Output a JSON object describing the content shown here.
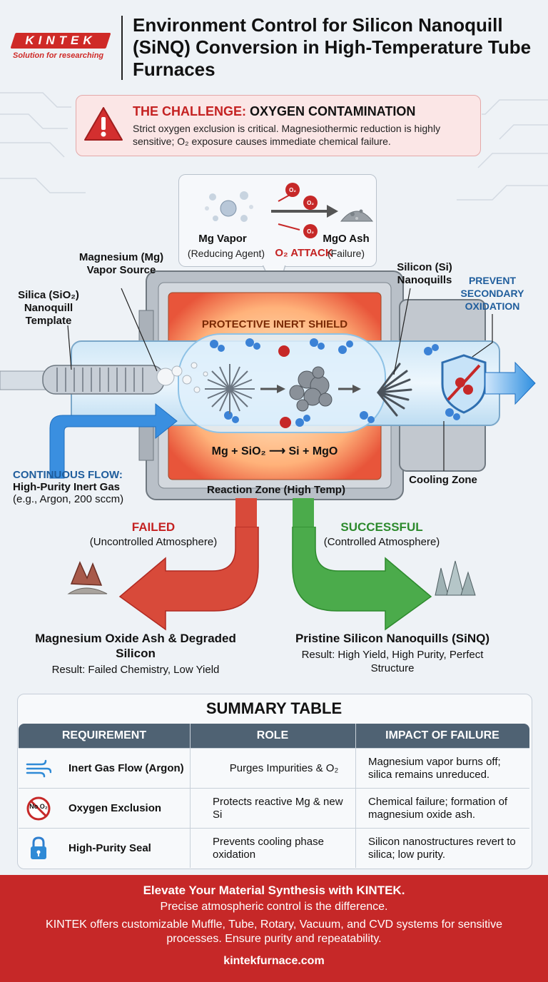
{
  "brand": {
    "logo": "KINTEK",
    "tagline": "Solution for researching"
  },
  "title": "Environment Control for Silicon Nanoquill (SiNQ) Conversion in High-Temperature Tube Furnaces",
  "challenge": {
    "title_red": "THE CHALLENGE:",
    "title_black": "OXYGEN CONTAMINATION",
    "text": "Strict oxygen exclusion is critical. Magnesiothermic reduction is highly sensitive; O₂ exposure causes immediate chemical failure."
  },
  "callout": {
    "o2": "O₂",
    "mg_label": "Mg Vapor",
    "mg_sub": "(Reducing Agent)",
    "attack": "O₂ ATTACK",
    "ash_label": "MgO Ash",
    "ash_sub": "(Failure)"
  },
  "furnace": {
    "silica": "Silica (SiO₂) Nanoquill Template",
    "mg_source": "Magnesium (Mg) Vapor Source",
    "si_nanoquills": "Silicon (Si) Nanoquills",
    "prevent": "PREVENT SECONDARY OXIDATION",
    "shield": "PROTECTIVE INERT SHIELD",
    "equation": "Mg + SiO₂ ⟶ Si + MgO",
    "flow_title": "CONTINUOUS FLOW:",
    "flow_gas": "High-Purity Inert Gas",
    "flow_example": "(e.g., Argon, 200 sccm)",
    "reaction_zone": "Reaction Zone (High Temp)",
    "cooling_zone": "Cooling Zone"
  },
  "outcomes": {
    "failed": {
      "title": "FAILED",
      "sub": "(Uncontrolled Atmosphere)",
      "result_title": "Magnesium Oxide Ash & Degraded Silicon",
      "result": "Result: Failed Chemistry, Low Yield"
    },
    "success": {
      "title": "SUCCESSFUL",
      "sub": "(Controlled Atmosphere)",
      "result_title": "Pristine Silicon Nanoquills (SiNQ)",
      "result": "Result: High Yield, High Purity, Perfect Structure"
    }
  },
  "table": {
    "title": "SUMMARY TABLE",
    "headers": [
      "REQUIREMENT",
      "ROLE",
      "IMPACT OF FAILURE"
    ],
    "rows": [
      {
        "icon": "wind-icon",
        "requirement": "Inert Gas Flow (Argon)",
        "role": "Purges Impurities & O₂",
        "impact": "Magnesium vapor burns off; silica remains unreduced."
      },
      {
        "icon": "no-oxygen-icon",
        "icon_text": "No O₂",
        "requirement": "Oxygen Exclusion",
        "role": "Protects reactive Mg & new Si",
        "impact": "Chemical failure; formation of magnesium oxide ash."
      },
      {
        "icon": "padlock-icon",
        "requirement": "High-Purity Seal",
        "role": "Prevents cooling phase oxidation",
        "impact": "Silicon nanostructures revert to silica; low purity."
      }
    ]
  },
  "footer": {
    "headline": "Elevate Your Material Synthesis with KINTEK.",
    "line2": "Precise atmospheric control is the difference.",
    "line3": "KINTEK offers customizable Muffle, Tube, Rotary, Vacuum, and CVD systems for sensitive processes. Ensure purity and repeatability.",
    "url": "kintekfurnace.com"
  },
  "colors": {
    "accent_red": "#c62828",
    "accent_blue": "#1f5d9c",
    "success_green": "#2d8a2d",
    "table_header": "#4f6273"
  }
}
